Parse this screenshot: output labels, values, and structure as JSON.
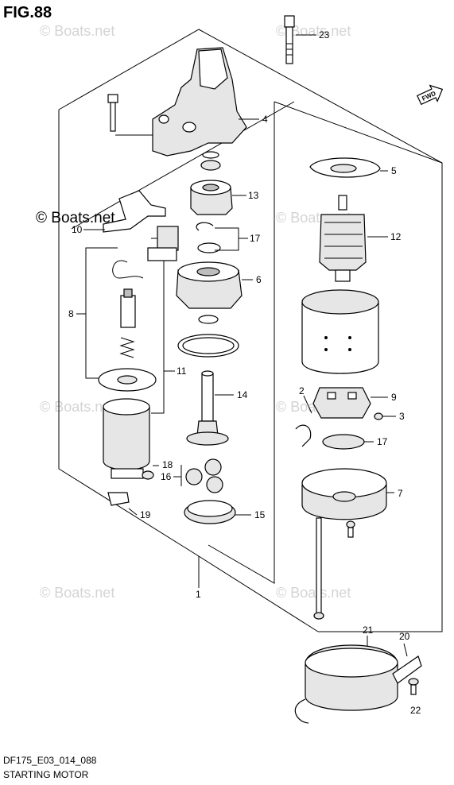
{
  "figure": {
    "title": "FIG.88",
    "model_code": "DF175_E03_014_088",
    "caption": "STARTING MOTOR",
    "fwd_label": "FWD"
  },
  "watermarks": {
    "light": "© Boats.net",
    "dark": "© Boats.net"
  },
  "callouts": {
    "c1": "1",
    "c2": "2",
    "c3": "3",
    "c4": "4",
    "c5": "5",
    "c6": "6",
    "c7": "7",
    "c8": "8",
    "c9": "9",
    "c10": "10",
    "c11": "11",
    "c12": "12",
    "c13": "13",
    "c14": "14",
    "c15": "15",
    "c16": "16",
    "c17a": "17",
    "c17b": "17",
    "c18": "18",
    "c19": "19",
    "c20": "20",
    "c21": "21",
    "c22": "22",
    "c23": "23"
  }
}
